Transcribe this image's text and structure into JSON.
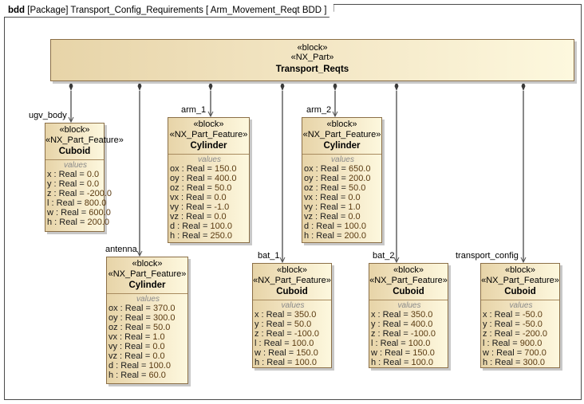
{
  "frame": {
    "kind": "bdd",
    "title": "[Package] Transport_Config_Requirements [ Arm_Movement_Reqt BDD ]"
  },
  "parent": {
    "stereotypes": [
      "«block»",
      "«NX_Part»"
    ],
    "name": "Transport_Reqts"
  },
  "parts": [
    {
      "role": "ugv_body",
      "stereotypes": [
        "«block»",
        "«NX_Part_Feature»"
      ],
      "name": "Cuboid",
      "compartment": "values",
      "values": [
        {
          "n": "x",
          "t": " : Real = ",
          "v": "0.0"
        },
        {
          "n": "y",
          "t": " : Real = ",
          "v": "0.0"
        },
        {
          "n": "z",
          "t": " : Real = ",
          "v": "-200.0"
        },
        {
          "n": "l",
          "t": " : Real = ",
          "v": "800.0"
        },
        {
          "n": "w",
          "t": " : Real = ",
          "v": "600.0"
        },
        {
          "n": "h",
          "t": " : Real = ",
          "v": "200.0"
        }
      ]
    },
    {
      "role": "antenna",
      "stereotypes": [
        "«block»",
        "«NX_Part_Feature»"
      ],
      "name": "Cylinder",
      "compartment": "values",
      "values": [
        {
          "n": "ox",
          "t": " : Real = ",
          "v": "370.0"
        },
        {
          "n": "oy",
          "t": " : Real = ",
          "v": "300.0"
        },
        {
          "n": "oz",
          "t": " : Real = ",
          "v": "50.0"
        },
        {
          "n": "vx",
          "t": " : Real = ",
          "v": "1.0"
        },
        {
          "n": "vy",
          "t": " : Real = ",
          "v": "0.0"
        },
        {
          "n": "vz",
          "t": " : Real = ",
          "v": "0.0"
        },
        {
          "n": "d",
          "t": " : Real = ",
          "v": "100.0"
        },
        {
          "n": "h",
          "t": " : Real = ",
          "v": "60.0"
        }
      ]
    },
    {
      "role": "arm_1",
      "stereotypes": [
        "«block»",
        "«NX_Part_Feature»"
      ],
      "name": "Cylinder",
      "compartment": "values",
      "values": [
        {
          "n": "ox",
          "t": " : Real = ",
          "v": "150.0"
        },
        {
          "n": "oy",
          "t": " : Real = ",
          "v": "400.0"
        },
        {
          "n": "oz",
          "t": " : Real = ",
          "v": "50.0"
        },
        {
          "n": "vx",
          "t": " : Real = ",
          "v": "0.0"
        },
        {
          "n": "vy",
          "t": " : Real = ",
          "v": "-1.0"
        },
        {
          "n": "vz",
          "t": " : Real = ",
          "v": "0.0"
        },
        {
          "n": "d",
          "t": " : Real = ",
          "v": "100.0"
        },
        {
          "n": "h",
          "t": " : Real = ",
          "v": "250.0"
        }
      ]
    },
    {
      "role": "bat_1",
      "stereotypes": [
        "«block»",
        "«NX_Part_Feature»"
      ],
      "name": "Cuboid",
      "compartment": "values",
      "values": [
        {
          "n": "x",
          "t": " : Real = ",
          "v": "350.0"
        },
        {
          "n": "y",
          "t": " : Real = ",
          "v": "50.0"
        },
        {
          "n": "z",
          "t": " : Real = ",
          "v": "-100.0"
        },
        {
          "n": "l",
          "t": " : Real = ",
          "v": "100.0"
        },
        {
          "n": "w",
          "t": " : Real = ",
          "v": "150.0"
        },
        {
          "n": "h",
          "t": " : Real = ",
          "v": "100.0"
        }
      ]
    },
    {
      "role": "arm_2",
      "stereotypes": [
        "«block»",
        "«NX_Part_Feature»"
      ],
      "name": "Cylinder",
      "compartment": "values",
      "values": [
        {
          "n": "ox",
          "t": " : Real = ",
          "v": "650.0"
        },
        {
          "n": "oy",
          "t": " : Real = ",
          "v": "200.0"
        },
        {
          "n": "oz",
          "t": " : Real = ",
          "v": "50.0"
        },
        {
          "n": "vx",
          "t": " : Real = ",
          "v": "0.0"
        },
        {
          "n": "vy",
          "t": " : Real = ",
          "v": "1.0"
        },
        {
          "n": "vz",
          "t": " : Real = ",
          "v": "0.0"
        },
        {
          "n": "d",
          "t": " : Real = ",
          "v": "100.0"
        },
        {
          "n": "h",
          "t": " : Real = ",
          "v": "200.0"
        }
      ]
    },
    {
      "role": "bat_2",
      "stereotypes": [
        "«block»",
        "«NX_Part_Feature»"
      ],
      "name": "Cuboid",
      "compartment": "values",
      "values": [
        {
          "n": "x",
          "t": " : Real = ",
          "v": "350.0"
        },
        {
          "n": "y",
          "t": " : Real = ",
          "v": "400.0"
        },
        {
          "n": "z",
          "t": " : Real = ",
          "v": "-100.0"
        },
        {
          "n": "l",
          "t": " : Real = ",
          "v": "100.0"
        },
        {
          "n": "w",
          "t": " : Real = ",
          "v": "150.0"
        },
        {
          "n": "h",
          "t": " : Real = ",
          "v": "100.0"
        }
      ]
    },
    {
      "role": "transport_config",
      "stereotypes": [
        "«block»",
        "«NX_Part_Feature»"
      ],
      "name": "Cuboid",
      "compartment": "values",
      "values": [
        {
          "n": "x",
          "t": " : Real = ",
          "v": "-50.0"
        },
        {
          "n": "y",
          "t": " : Real = ",
          "v": "-50.0"
        },
        {
          "n": "z",
          "t": " : Real = ",
          "v": "-200.0"
        },
        {
          "n": "l",
          "t": " : Real = ",
          "v": "900.0"
        },
        {
          "n": "w",
          "t": " : Real = ",
          "v": "700.0"
        },
        {
          "n": "h",
          "t": " : Real = ",
          "v": "300.0"
        }
      ]
    }
  ]
}
